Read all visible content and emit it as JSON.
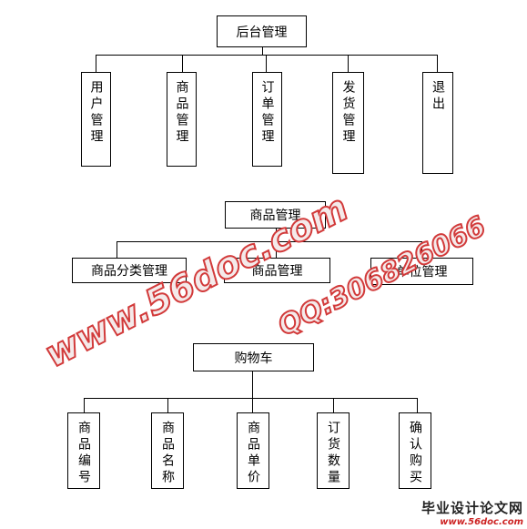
{
  "admin": {
    "root": "后台管理",
    "children": [
      "用户管理",
      "商品管理",
      "订单管理",
      "发货管理",
      "退出"
    ]
  },
  "goods": {
    "root": "商品管理",
    "children": [
      "商品分类管理",
      "商品管理",
      "单位管理"
    ]
  },
  "cart": {
    "root": "购物车",
    "children": [
      "商品编号",
      "商品名称",
      "商品单价",
      "订货数量",
      "确认购买"
    ]
  },
  "watermark": {
    "site": "www.56doc.com",
    "qq": "QQ:306826066"
  },
  "logo": {
    "title": "毕业设计论文网",
    "url": "www.56doc.com"
  },
  "colors": {
    "watermark": "#d23a3a",
    "line": "#000000"
  }
}
